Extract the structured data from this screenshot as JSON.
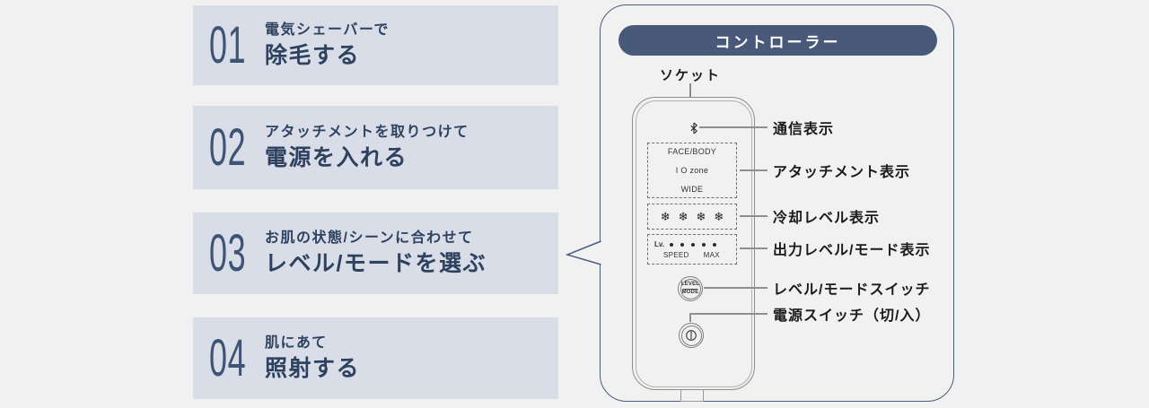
{
  "steps": [
    {
      "number": "01",
      "subtitle": "電気シェーバーで",
      "title": "除毛する"
    },
    {
      "number": "02",
      "subtitle": "アタッチメントを取りつけて",
      "title": "電源を入れる"
    },
    {
      "number": "03",
      "subtitle": "お肌の状態/シーンに合わせて",
      "title": "レベル/モードを選ぶ"
    },
    {
      "number": "04",
      "subtitle": "肌にあて",
      "title": "照射する"
    }
  ],
  "controller": {
    "title": "コントローラー",
    "socket": "ソケット",
    "device": {
      "attachment_display": {
        "items": [
          "FACE/BODY",
          "I O zone",
          "WIDE"
        ]
      },
      "cooling_display": {
        "snowflake": "❄",
        "count": 4
      },
      "output_display": {
        "prefix": "Lv.",
        "dots": 5,
        "speed": "SPEED",
        "max": "MAX"
      },
      "level_mode_button": {
        "top": "LEVEL",
        "bottom": "MODE"
      }
    },
    "labels": {
      "communication": "通信表示",
      "attachment": "アタッチメント表示",
      "cooling": "冷却レベル表示",
      "output": "出力レベル/モード表示",
      "level_mode": "レベル/モードスイッチ",
      "power": "電源スイッチ（切/入）"
    },
    "icons": {
      "bluetooth": "bluetooth-icon",
      "snowflake": "snowflake-icon",
      "power": "power-icon"
    }
  },
  "colors": {
    "background": "#f1f1f2",
    "step_box": "#d8dde7",
    "step_text": "#2e4260",
    "accent": "#49597a",
    "label_text": "#1b1b1b",
    "outline_gray": "#8c8c8c",
    "leader_line": "#8f8f8f"
  }
}
